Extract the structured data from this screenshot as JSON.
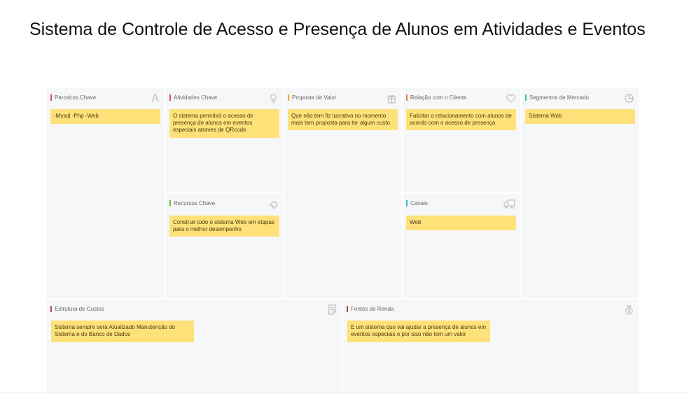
{
  "title": "Sistema de Controle de Acesso e Presença de Alunos em Atividades e Eventos",
  "blocks": {
    "parceiros": {
      "label": "Parceiros Chave",
      "color": "#e0435a",
      "icon": "handshake-icon",
      "notes": [
        "-Mysql -Php -Web"
      ]
    },
    "atividades": {
      "label": "Atividades Chave",
      "color": "#e0435a",
      "icon": "lightbulb-icon",
      "notes": [
        "O sistema permitirá o acesso de presença de alunos em eventos especiais atraves de QRcode"
      ]
    },
    "recursos": {
      "label": "Recursos Chave",
      "color": "#6cc04a",
      "icon": "puzzle-icon",
      "notes": [
        "Construir todo o sistema Web em etapas para o melhor desempenho"
      ]
    },
    "proposta": {
      "label": "Proposta de Valor",
      "color": "#f5a623",
      "icon": "gift-icon",
      "notes": [
        "Que não tem fiz lucrativo no momento mais tem proposta para ter algum custo"
      ]
    },
    "relacao": {
      "label": "Relação com o Cliente",
      "color": "#f07a3c",
      "icon": "heart-icon",
      "notes": [
        "Falicitar o relacionamento com alunos de acordo com o acesso de presença"
      ]
    },
    "canais": {
      "label": "Canais",
      "color": "#2fb3d6",
      "icon": "truck-icon",
      "notes": [
        "Web"
      ]
    },
    "segmentos": {
      "label": "Segmentos de Mercado",
      "color": "#3cc08a",
      "icon": "pie-chart-icon",
      "notes": [
        "Sistema Web"
      ]
    },
    "custos": {
      "label": "Estrutura de Custos",
      "color": "#c4455e",
      "icon": "document-icon",
      "notes": [
        "Sistema sempre será Atualizado Manutenção do Sistema e do Banco de Dados"
      ]
    },
    "fontes": {
      "label": "Fontes de Renda",
      "color": "#9c5a3c",
      "icon": "money-bag-icon",
      "notes": [
        "E um sistema que vai ajudar a presença de alunos em eventos especiais e por isso não tem um valor"
      ]
    }
  }
}
